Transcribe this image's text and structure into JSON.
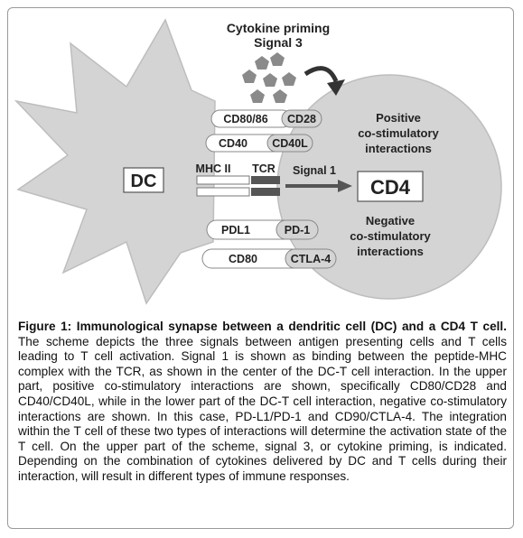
{
  "diagram": {
    "cytokine_title_line1": "Cytokine priming",
    "cytokine_title_line2": "Signal 3",
    "dc_label": "DC",
    "cd4_label": "CD4",
    "mhc_label": "MHC II",
    "tcr_label": "TCR",
    "signal1_label": "Signal 1",
    "positive_line1": "Positive",
    "positive_line2": "co-stimulatory",
    "positive_line3": "interactions",
    "negative_line1": "Negative",
    "negative_line2": "co-stimulatory",
    "negative_line3": "interactions",
    "pill_cd8086": "CD80/86",
    "pill_cd28": "CD28",
    "pill_cd40": "CD40",
    "pill_cd40l": "CD40L",
    "pill_pdl1": "PDL1",
    "pill_pd1": "PD-1",
    "pill_cd80": "CD80",
    "pill_ctla4": "CTLA-4",
    "colors": {
      "cell_fill": "#d4d4d4",
      "cell_stroke": "#b0b0b0",
      "pentagon": "#8a8a8a",
      "tcr_bar": "#555555"
    }
  },
  "caption": {
    "heading": "Figure 1: Immunological synapse between a dendritic cell (DC) and a CD4 T cell.",
    "body": " The scheme depicts the three signals between antigen presenting cells and T cells leading to T cell activation. Signal 1 is shown as binding between the peptide-MHC complex with the TCR, as shown in the center of the DC-T cell interaction. In the upper part, positive co-stimulatory interactions are shown, specifically CD80/CD28 and CD40/CD40L, while in the lower part of the DC-T cell interaction, negative co-stimulatory interactions are shown. In this case, PD-L1/PD-1 and CD90/CTLA-4. The integration within the T cell of these two types of interactions will determine the activation state of the T cell. On the upper part of the scheme, signal 3, or cytokine priming, is indicated. Depending on the combination of cytokines delivered by DC and T cells during their interaction, will result in different types of immune responses."
  }
}
